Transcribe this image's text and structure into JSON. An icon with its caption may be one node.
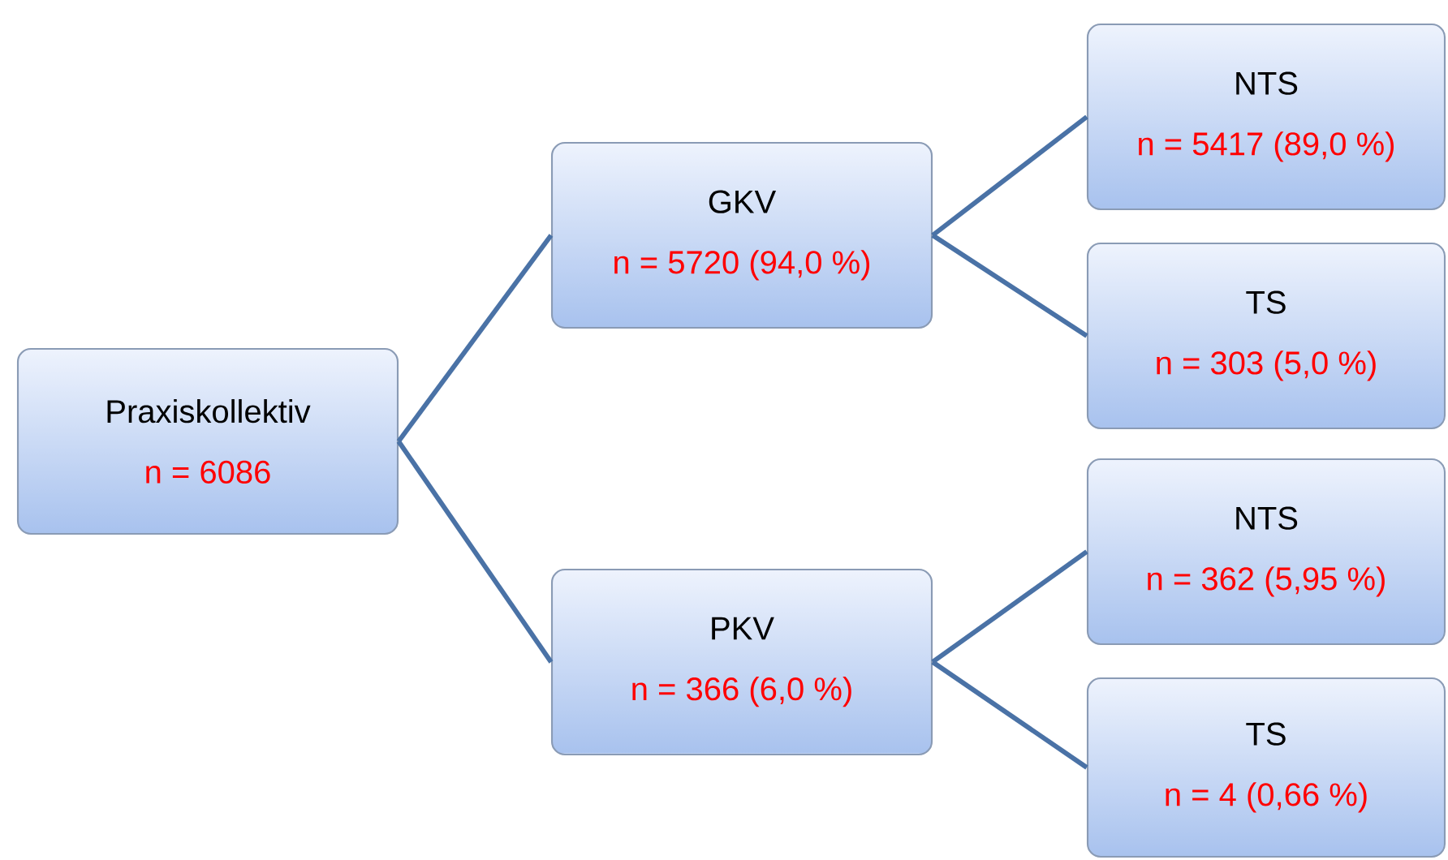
{
  "diagram": {
    "nodes": [
      {
        "text": [
          "Praxiskollektiv",
          "n = 6086"
        ]
      },
      {
        "text": [
          "GKV",
          "n = 5720 (94,0 %)"
        ]
      },
      {
        "text": [
          "PKV",
          "n = 366 (6,0 %)"
        ]
      },
      {
        "text": [
          "NTS",
          "n = 5417 (89,0 %)"
        ]
      },
      {
        "text": [
          "TS",
          "n = 303 (5,0 %)"
        ]
      },
      {
        "text": [
          "NTS",
          "n = 362 (5,95 %)"
        ]
      },
      {
        "text": [
          "TS",
          "n = 4 (0,66 %)"
        ]
      }
    ],
    "edges": [
      {
        "from": 0,
        "to": 1,
        "arrow": "none"
      },
      {
        "from": 0,
        "to": 2,
        "arrow": "none"
      },
      {
        "from": 1,
        "to": 3,
        "arrow": "none"
      },
      {
        "from": 1,
        "to": 4,
        "arrow": "none"
      },
      {
        "from": 2,
        "to": 5,
        "arrow": "none"
      },
      {
        "from": 2,
        "to": 6,
        "arrow": "none"
      }
    ]
  }
}
